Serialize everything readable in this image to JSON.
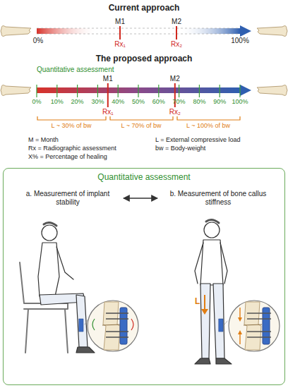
{
  "diagram": {
    "nodes": [
      {
        "text": [
          "Quantitative assessment"
        ]
      },
      {
        "text": [
          "a. Measurement of implant stability"
        ],
        "in": 0
      },
      {
        "text": [
          "b. Measurement of bone callus stiffness"
        ],
        "in": 0
      }
    ],
    "edges": [
      {
        "from": 1,
        "to": 2,
        "arrow": "both"
      }
    ],
    "labels": [
      "Current approach",
      "M1",
      "M2",
      "Rx₁",
      "Rx₂",
      "0%",
      "100%",
      "The proposed approach",
      "Quantitative assessment",
      "M1",
      "M2",
      "0%",
      "10%",
      "20%",
      "30%",
      "40%",
      "50%",
      "60%",
      "70%",
      "80%",
      "90%",
      "100%",
      "Rx₁",
      "Rx₂",
      "L ~ 30% of bw",
      "L ~ 70% of bw",
      "L ~ 100% of bw",
      "M = Month",
      "Rx = Radiographic assessment",
      "X% = Percentage of healing",
      "L = External compressive load",
      "bw = Body-weight",
      "L"
    ]
  }
}
